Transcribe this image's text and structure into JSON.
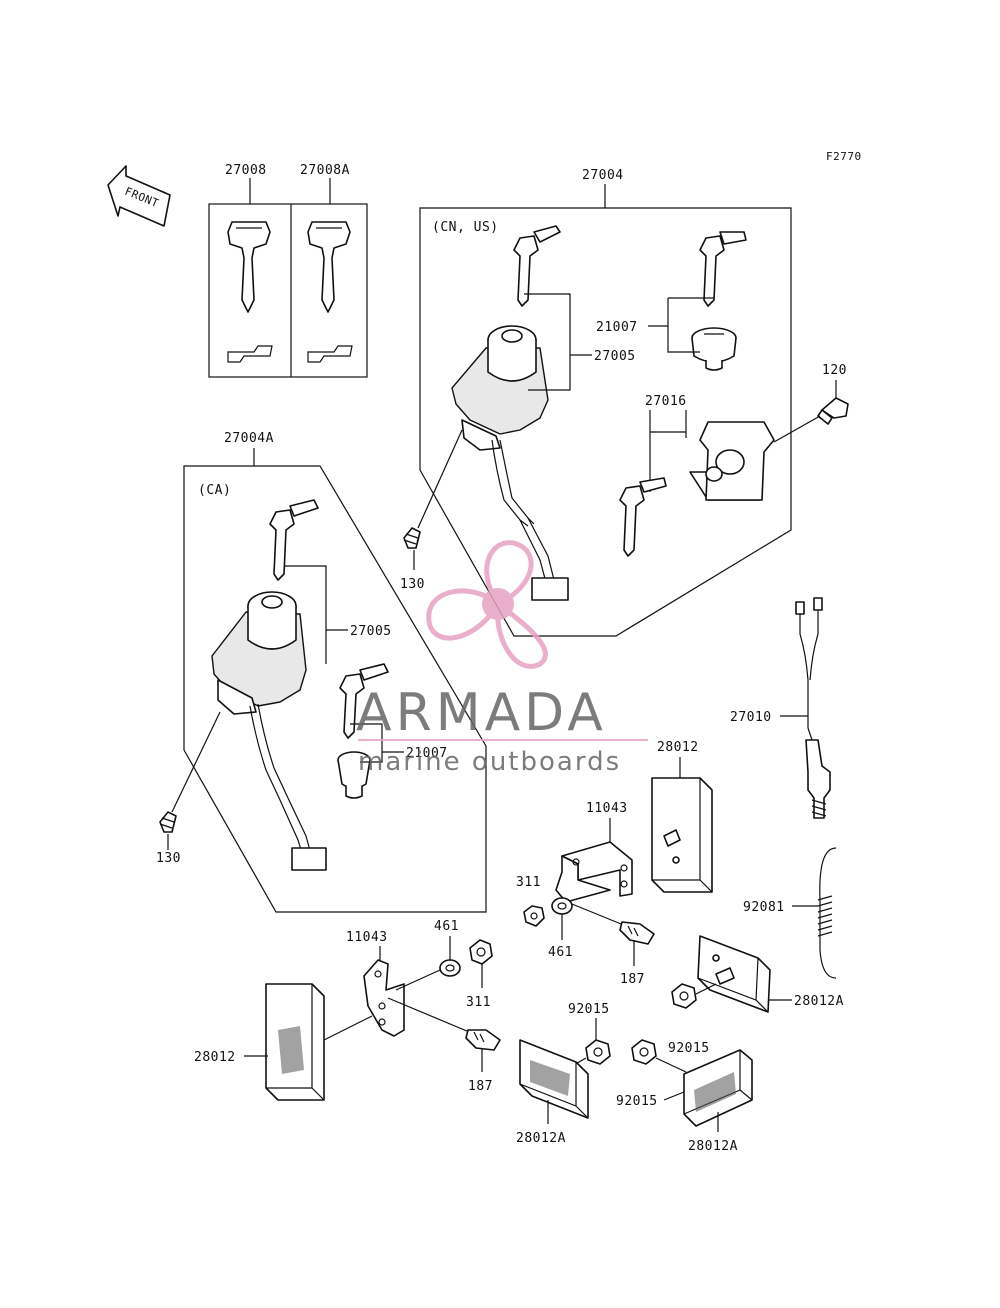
{
  "figure_code": "F2770",
  "front_label": "FRONT",
  "watermark": {
    "brand": "ARMADA",
    "tagline": "marine outboards",
    "accent_color": "#e7a3c2",
    "text_color": "#666666"
  },
  "group_labels": {
    "cn_us": "(CN, US)",
    "ca": "(CA)"
  },
  "part_labels": {
    "p27008": "27008",
    "p27008A": "27008A",
    "p27004": "27004",
    "p27004A": "27004A",
    "p21007_top": "21007",
    "p27005_top": "27005",
    "p120": "120",
    "p27016": "27016",
    "p130_top": "130",
    "p27005_mid": "27005",
    "p21007_mid": "21007",
    "p130_left": "130",
    "p27010": "27010",
    "p28012_mid": "28012",
    "p11043_right": "11043",
    "p311_right": "311",
    "p461_right": "461",
    "p187_right": "187",
    "p92081": "92081",
    "p28012A_right": "28012A",
    "p11043_left": "11043",
    "p461_left": "461",
    "p311_left": "311",
    "p28012_left": "28012",
    "p187_left": "187",
    "p92015_top": "92015",
    "p92015_mid": "92015",
    "p92015_bot": "92015",
    "p28012A_bot1": "28012A",
    "p28012A_bot2": "28012A"
  }
}
